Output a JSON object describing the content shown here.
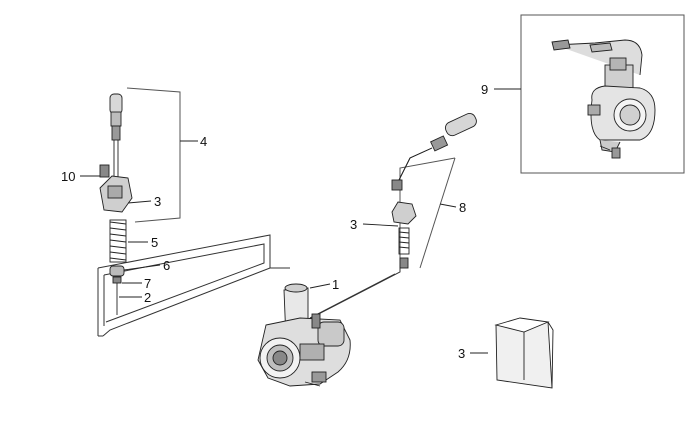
{
  "diagram": {
    "callouts": {
      "c1": "1",
      "c2": "2",
      "c3a": "3",
      "c3b": "3",
      "c3c": "3",
      "c4": "4",
      "c5": "5",
      "c6": "6",
      "c7": "7",
      "c8": "8",
      "c9": "9",
      "c10": "10"
    }
  }
}
